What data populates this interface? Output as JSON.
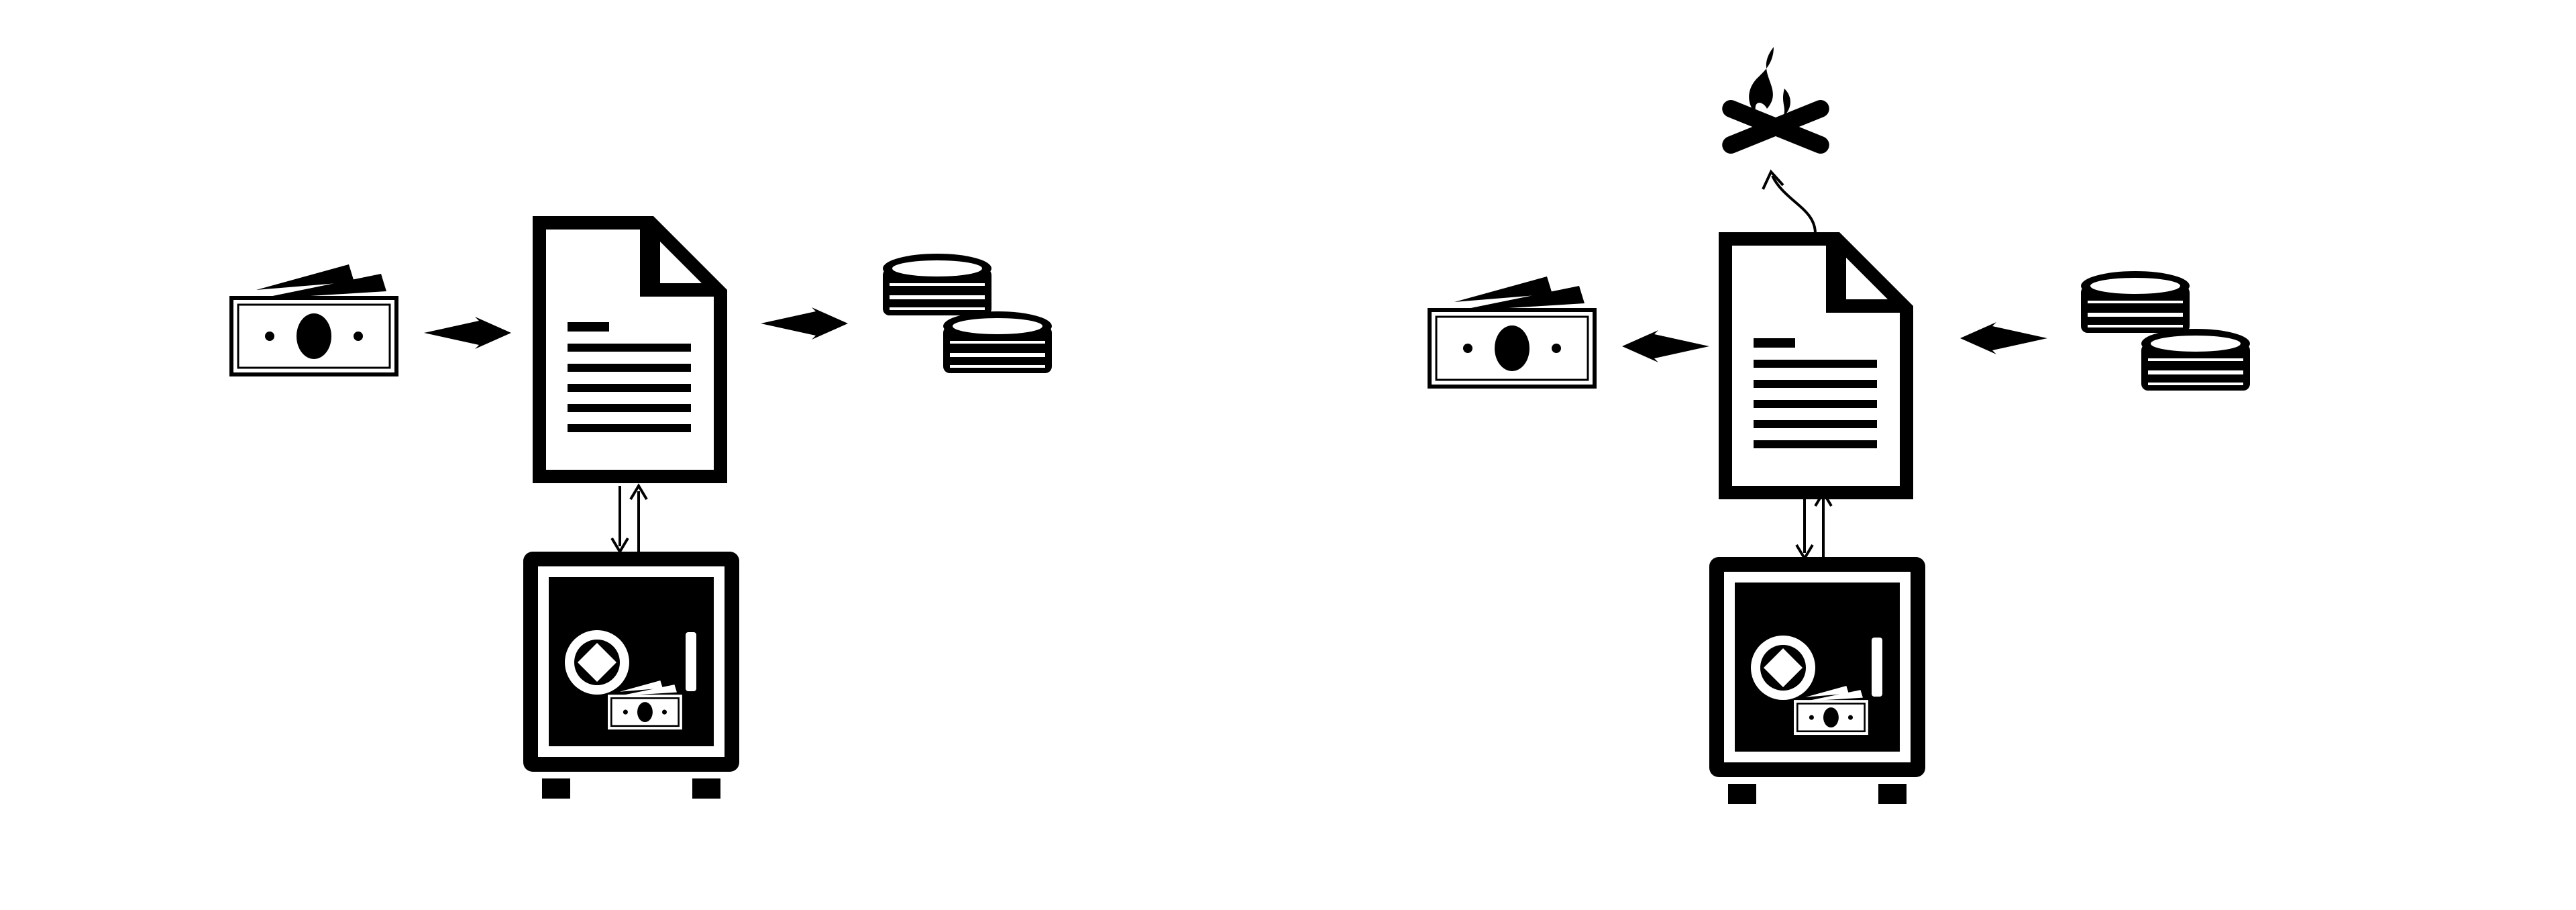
{
  "colors": {
    "ink": "#000000",
    "background": "#ffffff"
  },
  "panels": [
    {
      "id": "mint",
      "flow": "cash-in-to-token-out",
      "icons": [
        "banknote-icon",
        "arrow-right-icon",
        "contract-document-icon",
        "arrow-right-icon",
        "coin-stack-icon",
        "bidirectional-arrows-icon",
        "safe-vault-icon"
      ]
    },
    {
      "id": "burn",
      "flow": "token-in-to-cash-out",
      "icons": [
        "coin-stack-icon",
        "arrow-left-icon",
        "contract-document-icon",
        "arrow-left-icon",
        "banknote-icon",
        "bidirectional-arrows-icon",
        "safe-vault-icon",
        "campfire-icon",
        "curved-arrow-up-icon"
      ]
    }
  ]
}
